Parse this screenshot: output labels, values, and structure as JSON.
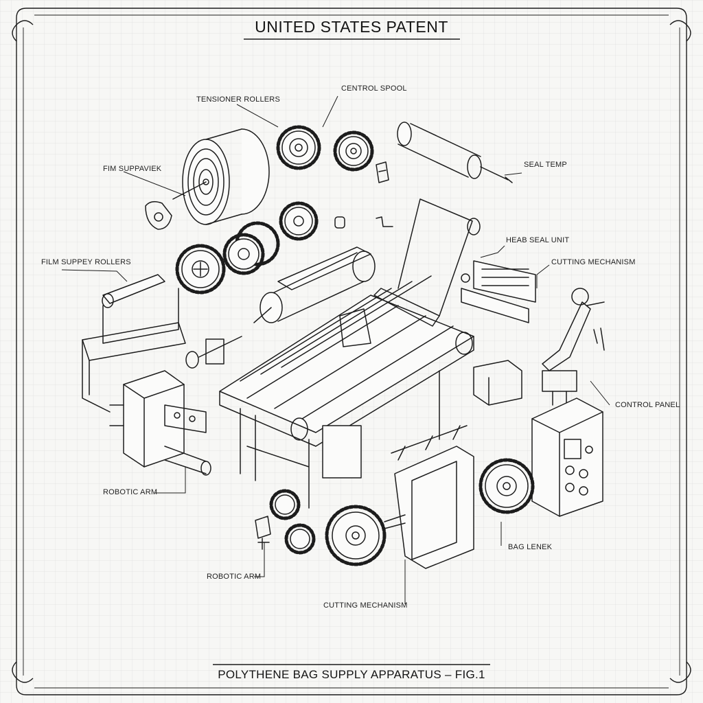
{
  "header": {
    "title": "UNITED STATES PATENT"
  },
  "footer": {
    "caption": "POLYTHENE BAG SUPPLY APPARATUS – FIG.1"
  },
  "colors": {
    "paper": "#f7f7f5",
    "grid": "#dedede",
    "ink": "#1c1c1c"
  },
  "labels": {
    "tensioner_rollers": "TENSIONER ROLLERS",
    "central_spool": "CENTROL SPOOL",
    "seal_temp": "SEAL TEMP",
    "film_supply": "FIM SUPPAVIEK",
    "film_supply_rollers": "FILM SUPPEY ROLLERS",
    "heat_seal_unit": "HEAB SEAL UNIT",
    "cutting_mechanism_right": "CUTTING MECHANISM",
    "control_panel": "CONTROL PANEL",
    "robotic_arm_left": "ROBOTIC ARM",
    "robotic_arm_bottom": "ROBOTIC ARM",
    "bag_length": "BAG LENEK",
    "cutting_mechanism_bottom": "CUTTING MECHANISM"
  }
}
